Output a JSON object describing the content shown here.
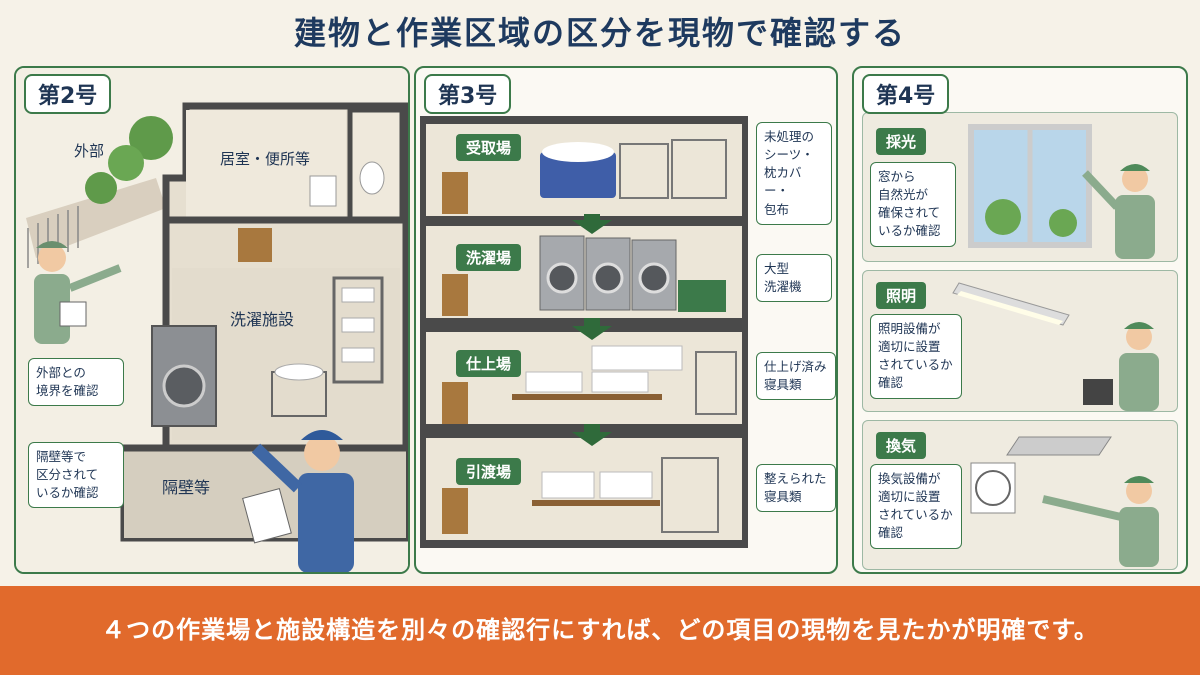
{
  "title": "建物と作業区域の区分を現物で確認する",
  "footer": "４つの作業場と施設構造を別々の確認行にすれば、どの項目の現物を見たかが明確です。",
  "panel2": {
    "tag": "第2号",
    "label_outside": "外部",
    "label_room": "居室・便所等",
    "label_laundry": "洗濯施設",
    "label_partition": "隔壁等",
    "note_boundary": "外部との\n境界を確認",
    "note_partition": "隔壁等で\n区分されて\nいるか確認"
  },
  "panel3": {
    "tag": "第3号",
    "floors": [
      {
        "label": "受取場",
        "note": "未処理の\nシーツ・\n枕カバー・\n包布"
      },
      {
        "label": "洗濯場",
        "note": "大型\n洗濯機"
      },
      {
        "label": "仕上場",
        "note": "仕上げ済み\n寝具類"
      },
      {
        "label": "引渡場",
        "note": "整えられた\n寝具類"
      }
    ]
  },
  "panel4": {
    "tag": "第4号",
    "sections": [
      {
        "label": "採光",
        "note": "窓から\n自然光が\n確保されて\nいるか確認"
      },
      {
        "label": "照明",
        "note": "照明設備が\n適切に設置\nされているか\n確認"
      },
      {
        "label": "換気",
        "note": "換気設備が\n適切に設置\nされているか\n確認"
      }
    ]
  },
  "colors": {
    "accent_green": "#3c7a4a",
    "footer_orange": "#e16a2c",
    "title_navy": "#1e3a5f"
  }
}
